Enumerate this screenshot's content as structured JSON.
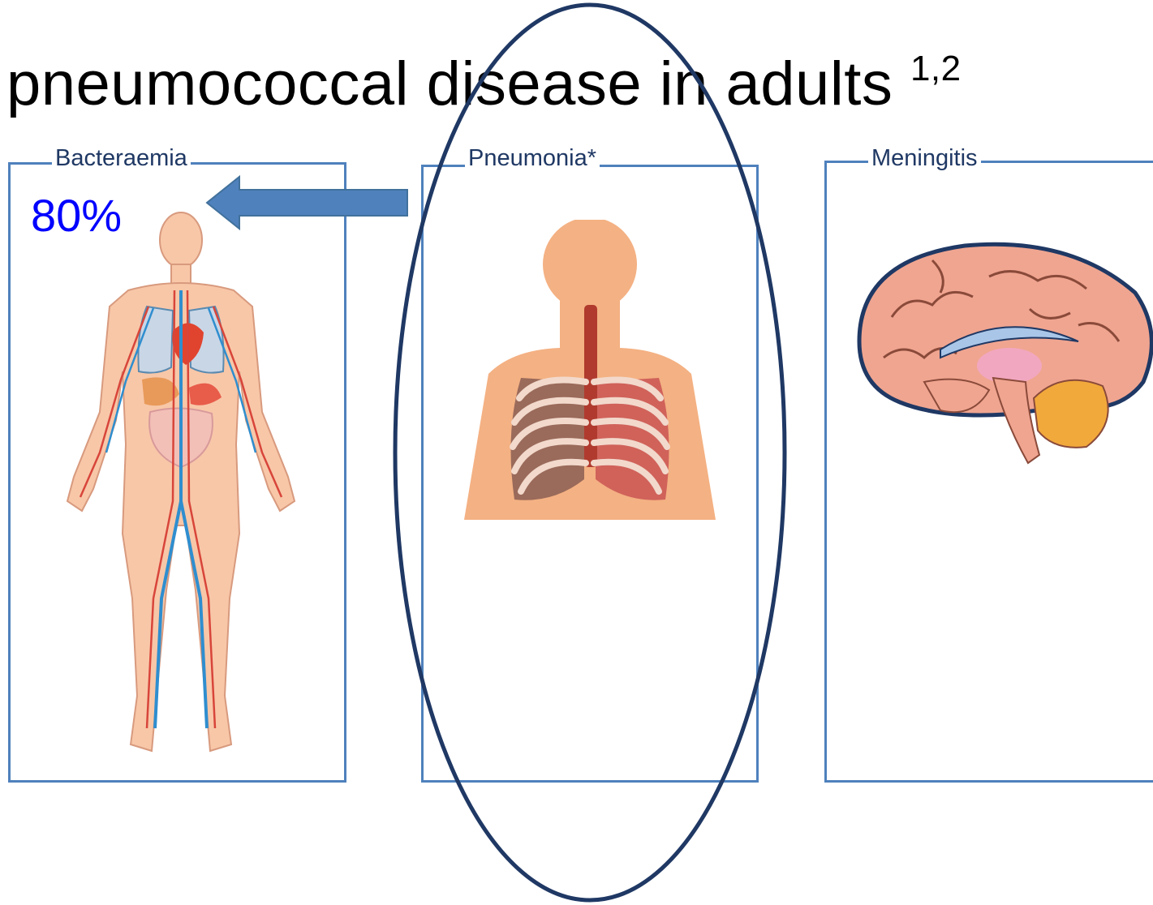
{
  "title": {
    "line1": "pneumococcal disease in adults",
    "refs": "1,2"
  },
  "panels": [
    {
      "label": "Bacteraemia",
      "image": "human-body-circulatory-system"
    },
    {
      "label": "Pneumonia*",
      "image": "human-torso-lungs-ribcage"
    },
    {
      "label": "Meningitis",
      "image": "brain-cross-section"
    }
  ],
  "bacteraemia_percentage": "80%",
  "colors": {
    "panel_border": "#4f81bd",
    "label_text": "#1f3864",
    "percentage_text": "#0000ff",
    "ellipse": "#1f3864",
    "arrow_fill": "#4f81bd"
  }
}
